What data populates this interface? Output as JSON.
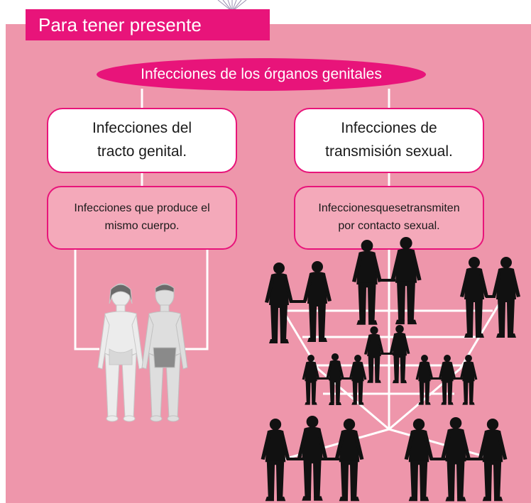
{
  "header": {
    "label": "Para tener presente"
  },
  "diagram": {
    "title": "Infecciones de los órganos genitales",
    "branches": [
      {
        "heading_line1": "Infecciones del",
        "heading_line2": "tracto genital.",
        "desc_line1": "Infecciones que produce el",
        "desc_line2": "mismo cuerpo."
      },
      {
        "heading_line1": "Infecciones de",
        "heading_line2": "transmisión sexual.",
        "desc_line1": "Infeccionesquesetransmiten",
        "desc_line2": "por contacto sexual."
      }
    ]
  },
  "colors": {
    "magenta": "#e8147a",
    "panel_pink": "#ee96ab",
    "box_pink": "#f4a9ba",
    "silhouette": "#111111"
  },
  "icons": [
    "pinwheel-icon",
    "human-body-figures-illustration",
    "people-silhouettes-illustration"
  ]
}
